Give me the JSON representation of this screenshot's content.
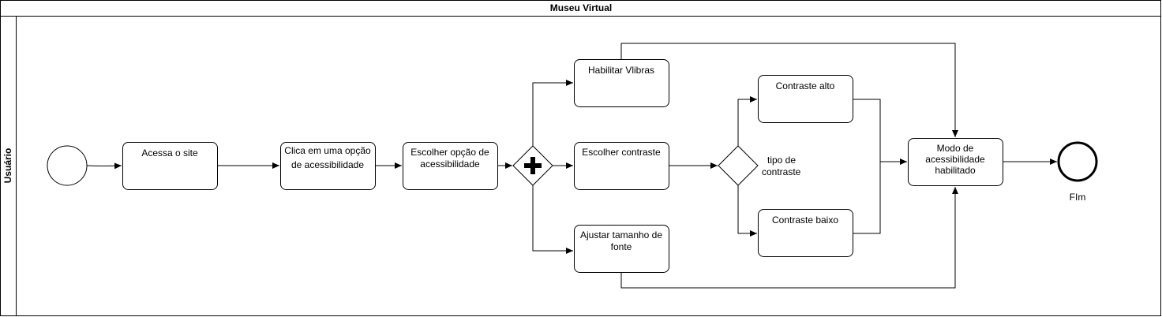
{
  "pool": {
    "title": "Museu Virtual",
    "lane": "Usuário"
  },
  "tasks": {
    "acessa_site": "Acessa o site",
    "clica_opcao": [
      "Clica em uma opção",
      "de acessibilidade"
    ],
    "escolher_opcao": [
      "Escolher opção de",
      "acessibilidade"
    ],
    "habilitar_vlibras": "Habilitar Vlibras",
    "escolher_contraste": "Escolher contraste",
    "ajustar_fonte": [
      "Ajustar tamanho de",
      "fonte"
    ],
    "contraste_alto": "Contraste alto",
    "contraste_baixo": "Contraste baixo",
    "modo_habilitado": [
      "Modo de",
      "acessibilidade",
      "habilitado"
    ]
  },
  "gateways": {
    "parallel": "parallel-gateway",
    "exclusive_label": [
      "tipo de",
      "contraste"
    ]
  },
  "events": {
    "end_label": "FIm"
  }
}
